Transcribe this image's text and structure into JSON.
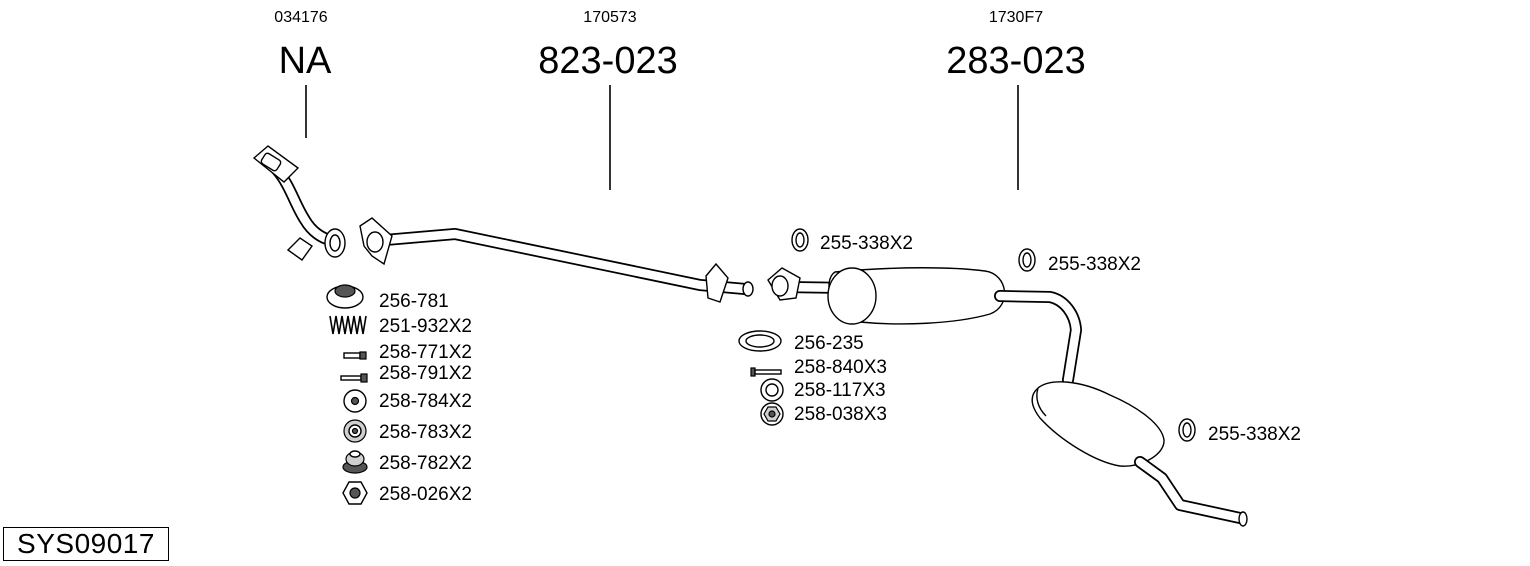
{
  "system_id": "SYS09017",
  "assemblies": [
    {
      "code": "034176",
      "part": "NA"
    },
    {
      "code": "170573",
      "part": "823-023"
    },
    {
      "code": "1730F7",
      "part": "283-023"
    }
  ],
  "hardware_front": [
    "256-781",
    "251-932X2",
    "258-771X2",
    "258-791X2",
    "258-784X2",
    "258-783X2",
    "258-782X2",
    "258-026X2"
  ],
  "hardware_middle": [
    "256-235",
    "258-840X3",
    "258-117X3",
    "258-038X3"
  ],
  "hangers": [
    "255-338X2",
    "255-338X2",
    "255-338X2"
  ]
}
